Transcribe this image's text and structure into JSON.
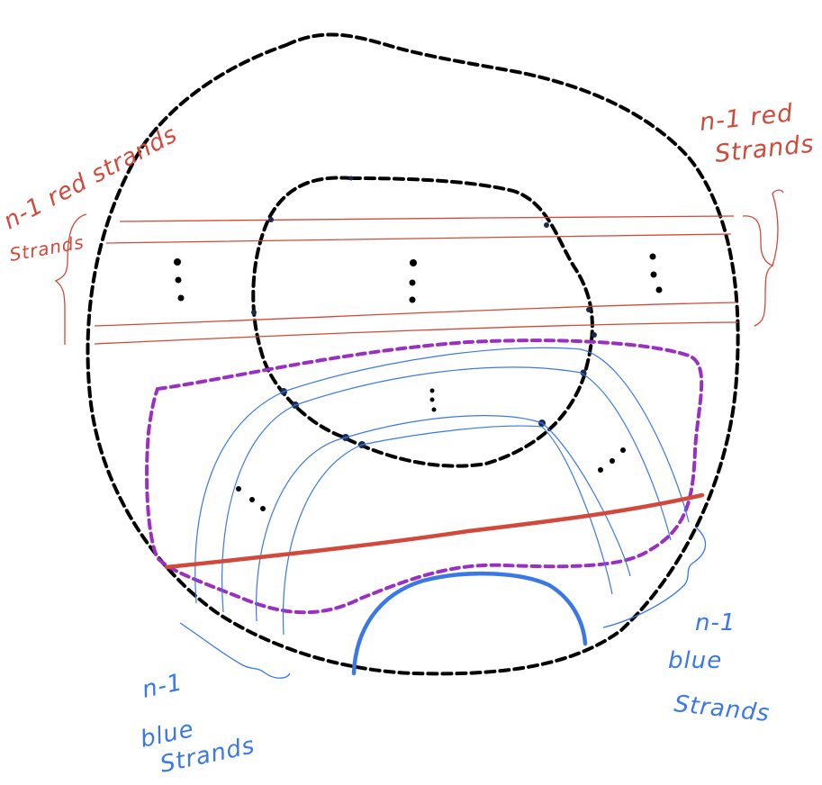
{
  "labels": {
    "top_left": {
      "line1": "n-1 red strands",
      "line2": "Strands"
    },
    "top_right": {
      "line1": "n-1 red",
      "line2": "Strands"
    },
    "bottom_left": {
      "line1": "n-1",
      "line2": "blue",
      "line3": "Strands"
    },
    "bottom_right": {
      "line1": "n-1",
      "line2": "blue",
      "line3": "Strands"
    }
  },
  "colors": {
    "outline": "#000000",
    "red": "#d2493b",
    "blue": "#3a78e8",
    "purple": "#9b2fc4"
  }
}
